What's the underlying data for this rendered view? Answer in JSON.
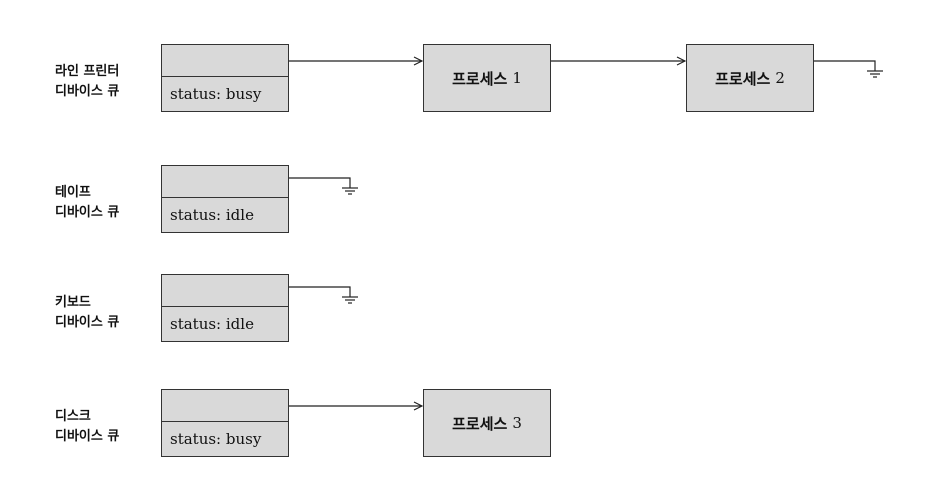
{
  "devices": [
    {
      "label_line1": "라인 프린터",
      "label_line2": "디바이스 큐",
      "status": "status: busy"
    },
    {
      "label_line1": "테이프",
      "label_line2": "디바이스 큐",
      "status": "status: idle"
    },
    {
      "label_line1": "키보드",
      "label_line2": "디바이스 큐",
      "status": "status: idle"
    },
    {
      "label_line1": "디스크",
      "label_line2": "디바이스 큐",
      "status": "status: busy"
    }
  ],
  "processes": [
    {
      "name": "프로세스",
      "number": "1"
    },
    {
      "name": "프로세스",
      "number": "2"
    },
    {
      "name": "프로세스",
      "number": "3"
    }
  ],
  "colors": {
    "box_fill": "#d9d9d9",
    "stroke": "#333333"
  }
}
